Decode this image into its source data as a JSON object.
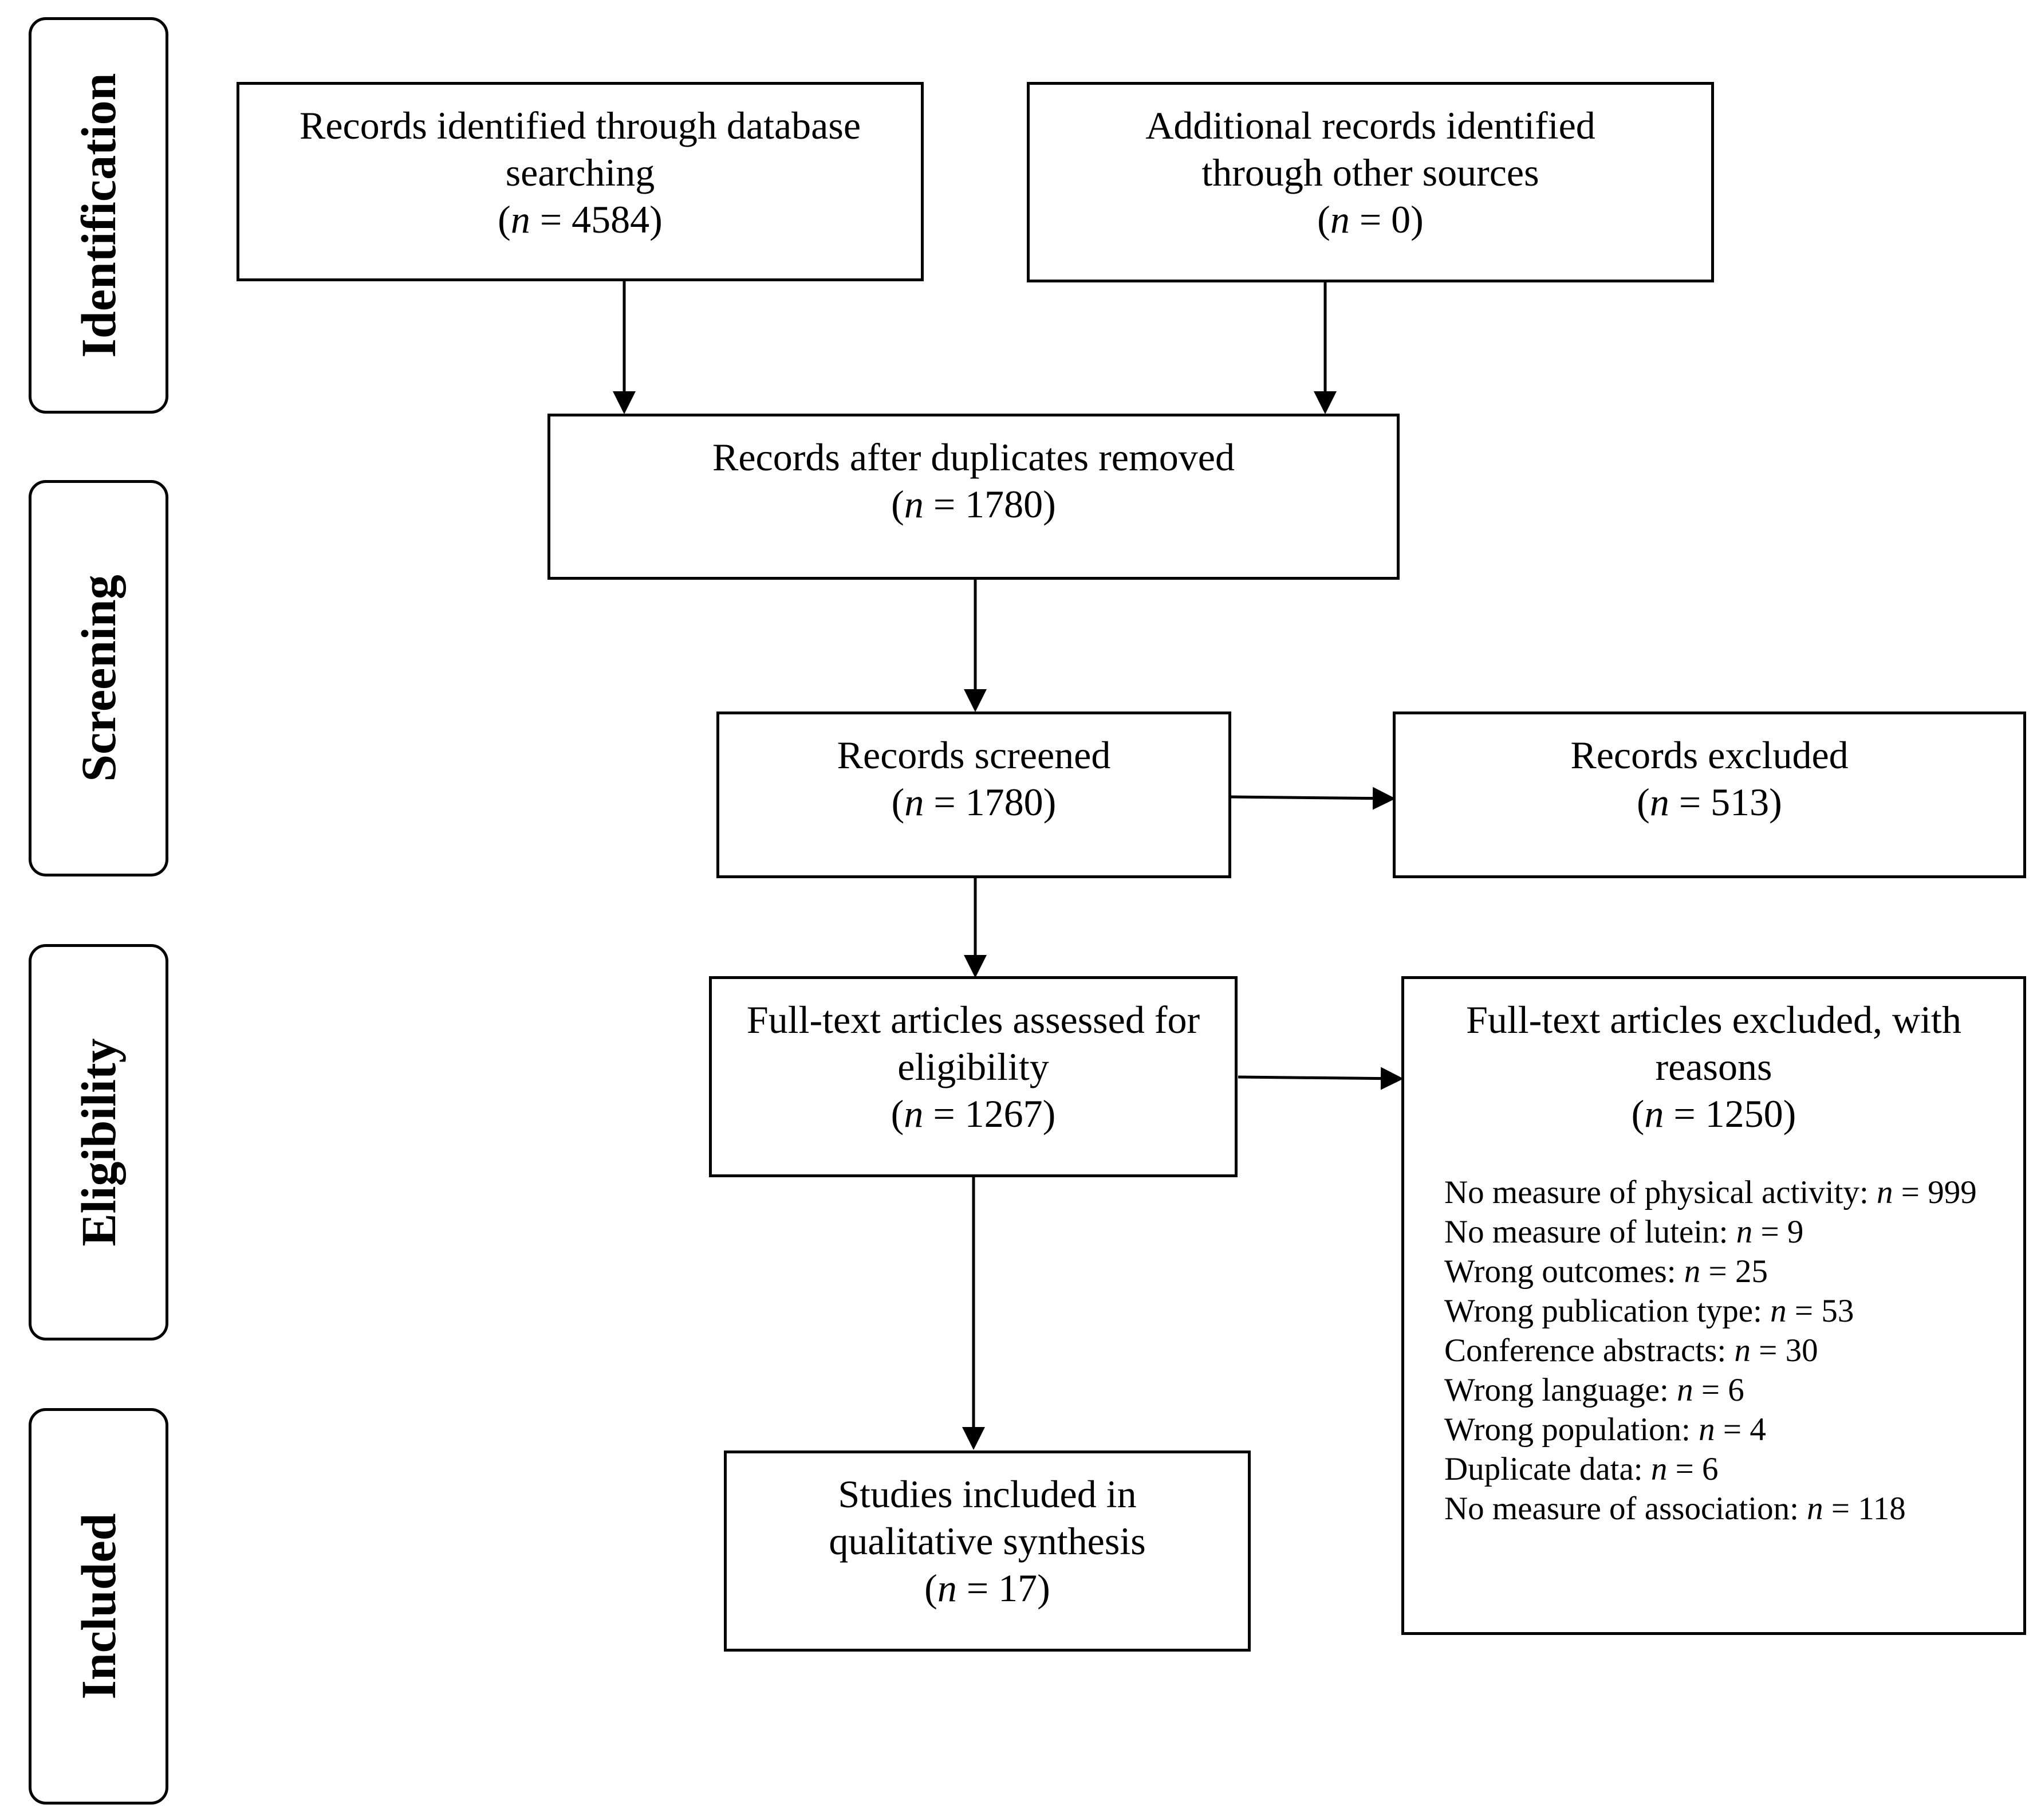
{
  "stages": [
    "Identification",
    "Screening",
    "Eligibility",
    "Included"
  ],
  "boxes": {
    "database_search": {
      "text": "Records identified through database searching",
      "count": "4584"
    },
    "other_sources": {
      "text": "Additional records identified through other sources",
      "count": "0"
    },
    "after_duplicates": {
      "text": "Records after duplicates removed",
      "count": "1780"
    },
    "screened": {
      "text": "Records screened",
      "count": "1780"
    },
    "excluded": {
      "text": "Records excluded",
      "count": "513"
    },
    "fulltext_assessed": {
      "text": "Full-text articles assessed for eligibility",
      "count": "1267"
    },
    "fulltext_excluded": {
      "text": "Full-text articles excluded, with reasons",
      "count": "1250",
      "reasons": [
        {
          "label": "No measure of physical activity:",
          "count": "999"
        },
        {
          "label": "No measure of lutein:",
          "count": "9"
        },
        {
          "label": "Wrong outcomes:",
          "count": "25"
        },
        {
          "label": "Wrong publication type:",
          "count": "53"
        },
        {
          "label": "Conference abstracts:",
          "count": "30"
        },
        {
          "label": "Wrong language:",
          "count": "6"
        },
        {
          "label": "Wrong population:",
          "count": "4"
        },
        {
          "label": "Duplicate data:",
          "count": "6"
        },
        {
          "label": "No measure of association:",
          "count": "118"
        }
      ]
    },
    "included": {
      "text": "Studies included in qualitative synthesis",
      "count": "17"
    }
  }
}
